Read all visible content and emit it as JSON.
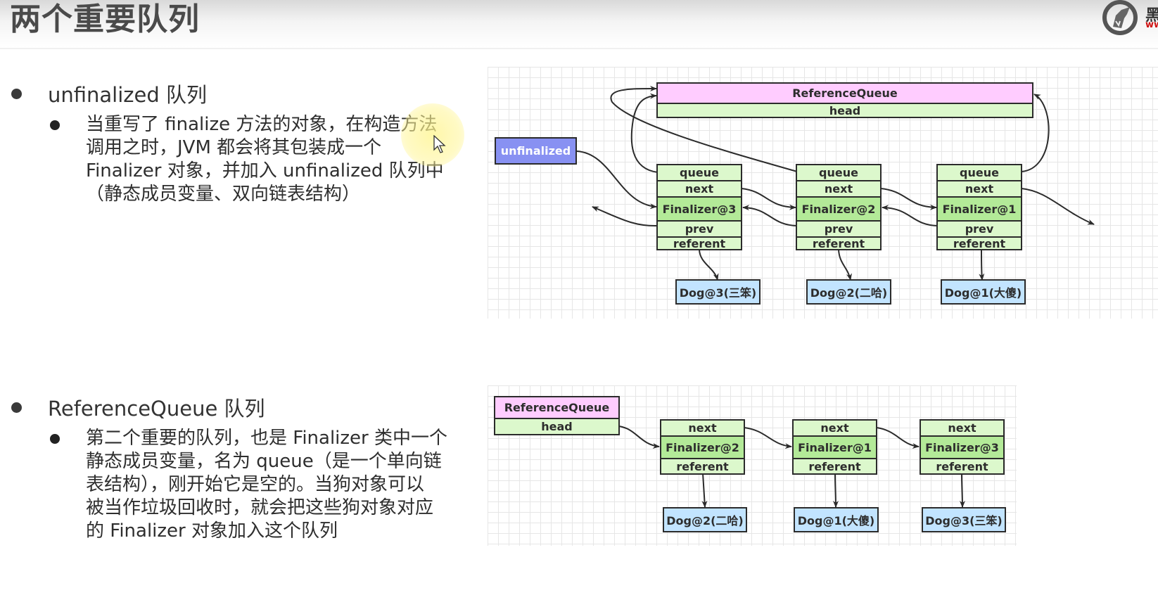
{
  "header": {
    "title": "两个重要队列",
    "logo_icon": "horse-head-logo-icon",
    "logo_text_line1": "黑",
    "logo_text_line2": "ww"
  },
  "sections": [
    {
      "heading": "unfinalized 队列",
      "paragraph_lines": [
        "当重写了 finalize 方法的对象，在构造方法",
        "调用之时，JVM 都会将其包装成一个",
        "Finalizer 对象，并加入 unfinalized 队列中",
        "（静态成员变量、双向链表结构）"
      ]
    },
    {
      "heading": "ReferenceQueue 队列",
      "paragraph_lines": [
        "第二个重要的队列，也是 Finalizer 类中一个",
        "静态成员变量，名为 queue（是一个单向链",
        "表结构），刚开始它是空的。当狗对象可以",
        "被当作垃圾回收时，就会把这些狗对象对应",
        "的 Finalizer 对象加入这个队列"
      ]
    }
  ],
  "diagram1": {
    "reference_queue": {
      "title": "ReferenceQueue",
      "field": "head"
    },
    "unfinalized_label": "unfinalized",
    "nodes": [
      {
        "queue": "queue",
        "next": "next",
        "name": "Finalizer@3",
        "prev": "prev",
        "referent": "referent",
        "dog": "Dog@3(三笨)"
      },
      {
        "queue": "queue",
        "next": "next",
        "name": "Finalizer@2",
        "prev": "prev",
        "referent": "referent",
        "dog": "Dog@2(二哈)"
      },
      {
        "queue": "queue",
        "next": "next",
        "name": "Finalizer@1",
        "prev": "prev",
        "referent": "referent",
        "dog": "Dog@1(大傻)"
      }
    ]
  },
  "diagram2": {
    "reference_queue": {
      "title": "ReferenceQueue",
      "field": "head"
    },
    "nodes": [
      {
        "next": "next",
        "name": "Finalizer@2",
        "referent": "referent",
        "dog": "Dog@2(二哈)"
      },
      {
        "next": "next",
        "name": "Finalizer@1",
        "referent": "referent",
        "dog": "Dog@1(大傻)"
      },
      {
        "next": "next",
        "name": "Finalizer@3",
        "referent": "referent",
        "dog": "Dog@3(三笨)"
      }
    ]
  },
  "colors": {
    "reference_queue_fill": "#ffccff",
    "field_fill": "#dcf8cc",
    "finalizer_fill": "#b3ea98",
    "dog_fill": "#c2e4ff",
    "unfinalized_fill": "#8891f2",
    "cursor_highlight": "#fff59a"
  }
}
